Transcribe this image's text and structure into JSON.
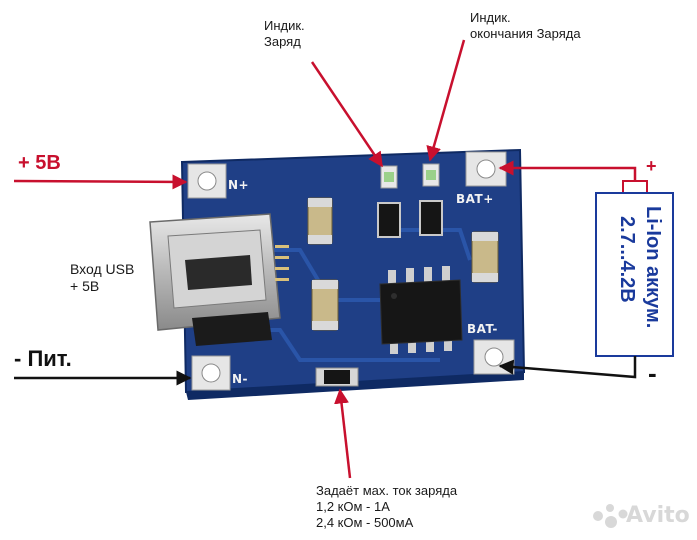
{
  "labels": {
    "indicator_charge": [
      "Индик.",
      "Заряд"
    ],
    "indicator_done": [
      "Индик.",
      "окончания Заряда"
    ],
    "plus_5v": "+ 5В",
    "usb_input": [
      "Вход USB",
      "+ 5В"
    ],
    "minus_power": "- Пит.",
    "current_set": [
      "Задаёт мах. ток заряда",
      "1,2 кОм - 1А",
      "2,4 кОм - 500мА"
    ],
    "minus_battery": "-",
    "plus_battery": "+"
  },
  "board": {
    "pad_in_plus": "N+",
    "pad_in_minus": "N-",
    "pad_bat_plus": "BAT+",
    "pad_bat_minus": "BAT-"
  },
  "battery": {
    "line1": "Li-Ion аккум.",
    "line2": "2.7...4.2В"
  },
  "watermark": "Avito",
  "colors": {
    "plus_arrow": "#c8102e",
    "minus_arrow": "#111111",
    "pcb": "#1f3f86",
    "battery_text": "#1a3a9c"
  }
}
